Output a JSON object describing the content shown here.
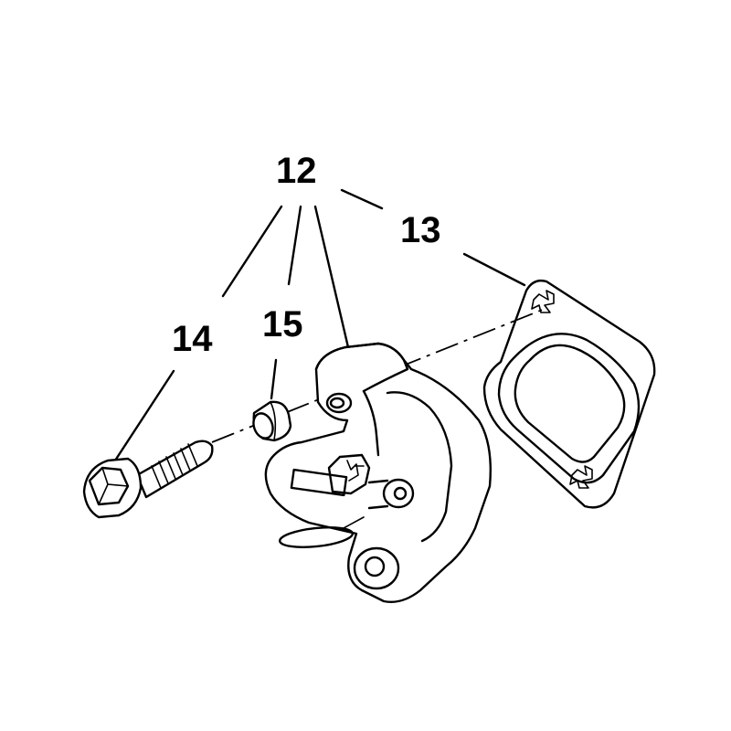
{
  "callouts": {
    "c12": "12",
    "c13": "13",
    "c14": "14",
    "c15": "15"
  },
  "style": {
    "ink": "#000000",
    "paper": "#ffffff"
  }
}
